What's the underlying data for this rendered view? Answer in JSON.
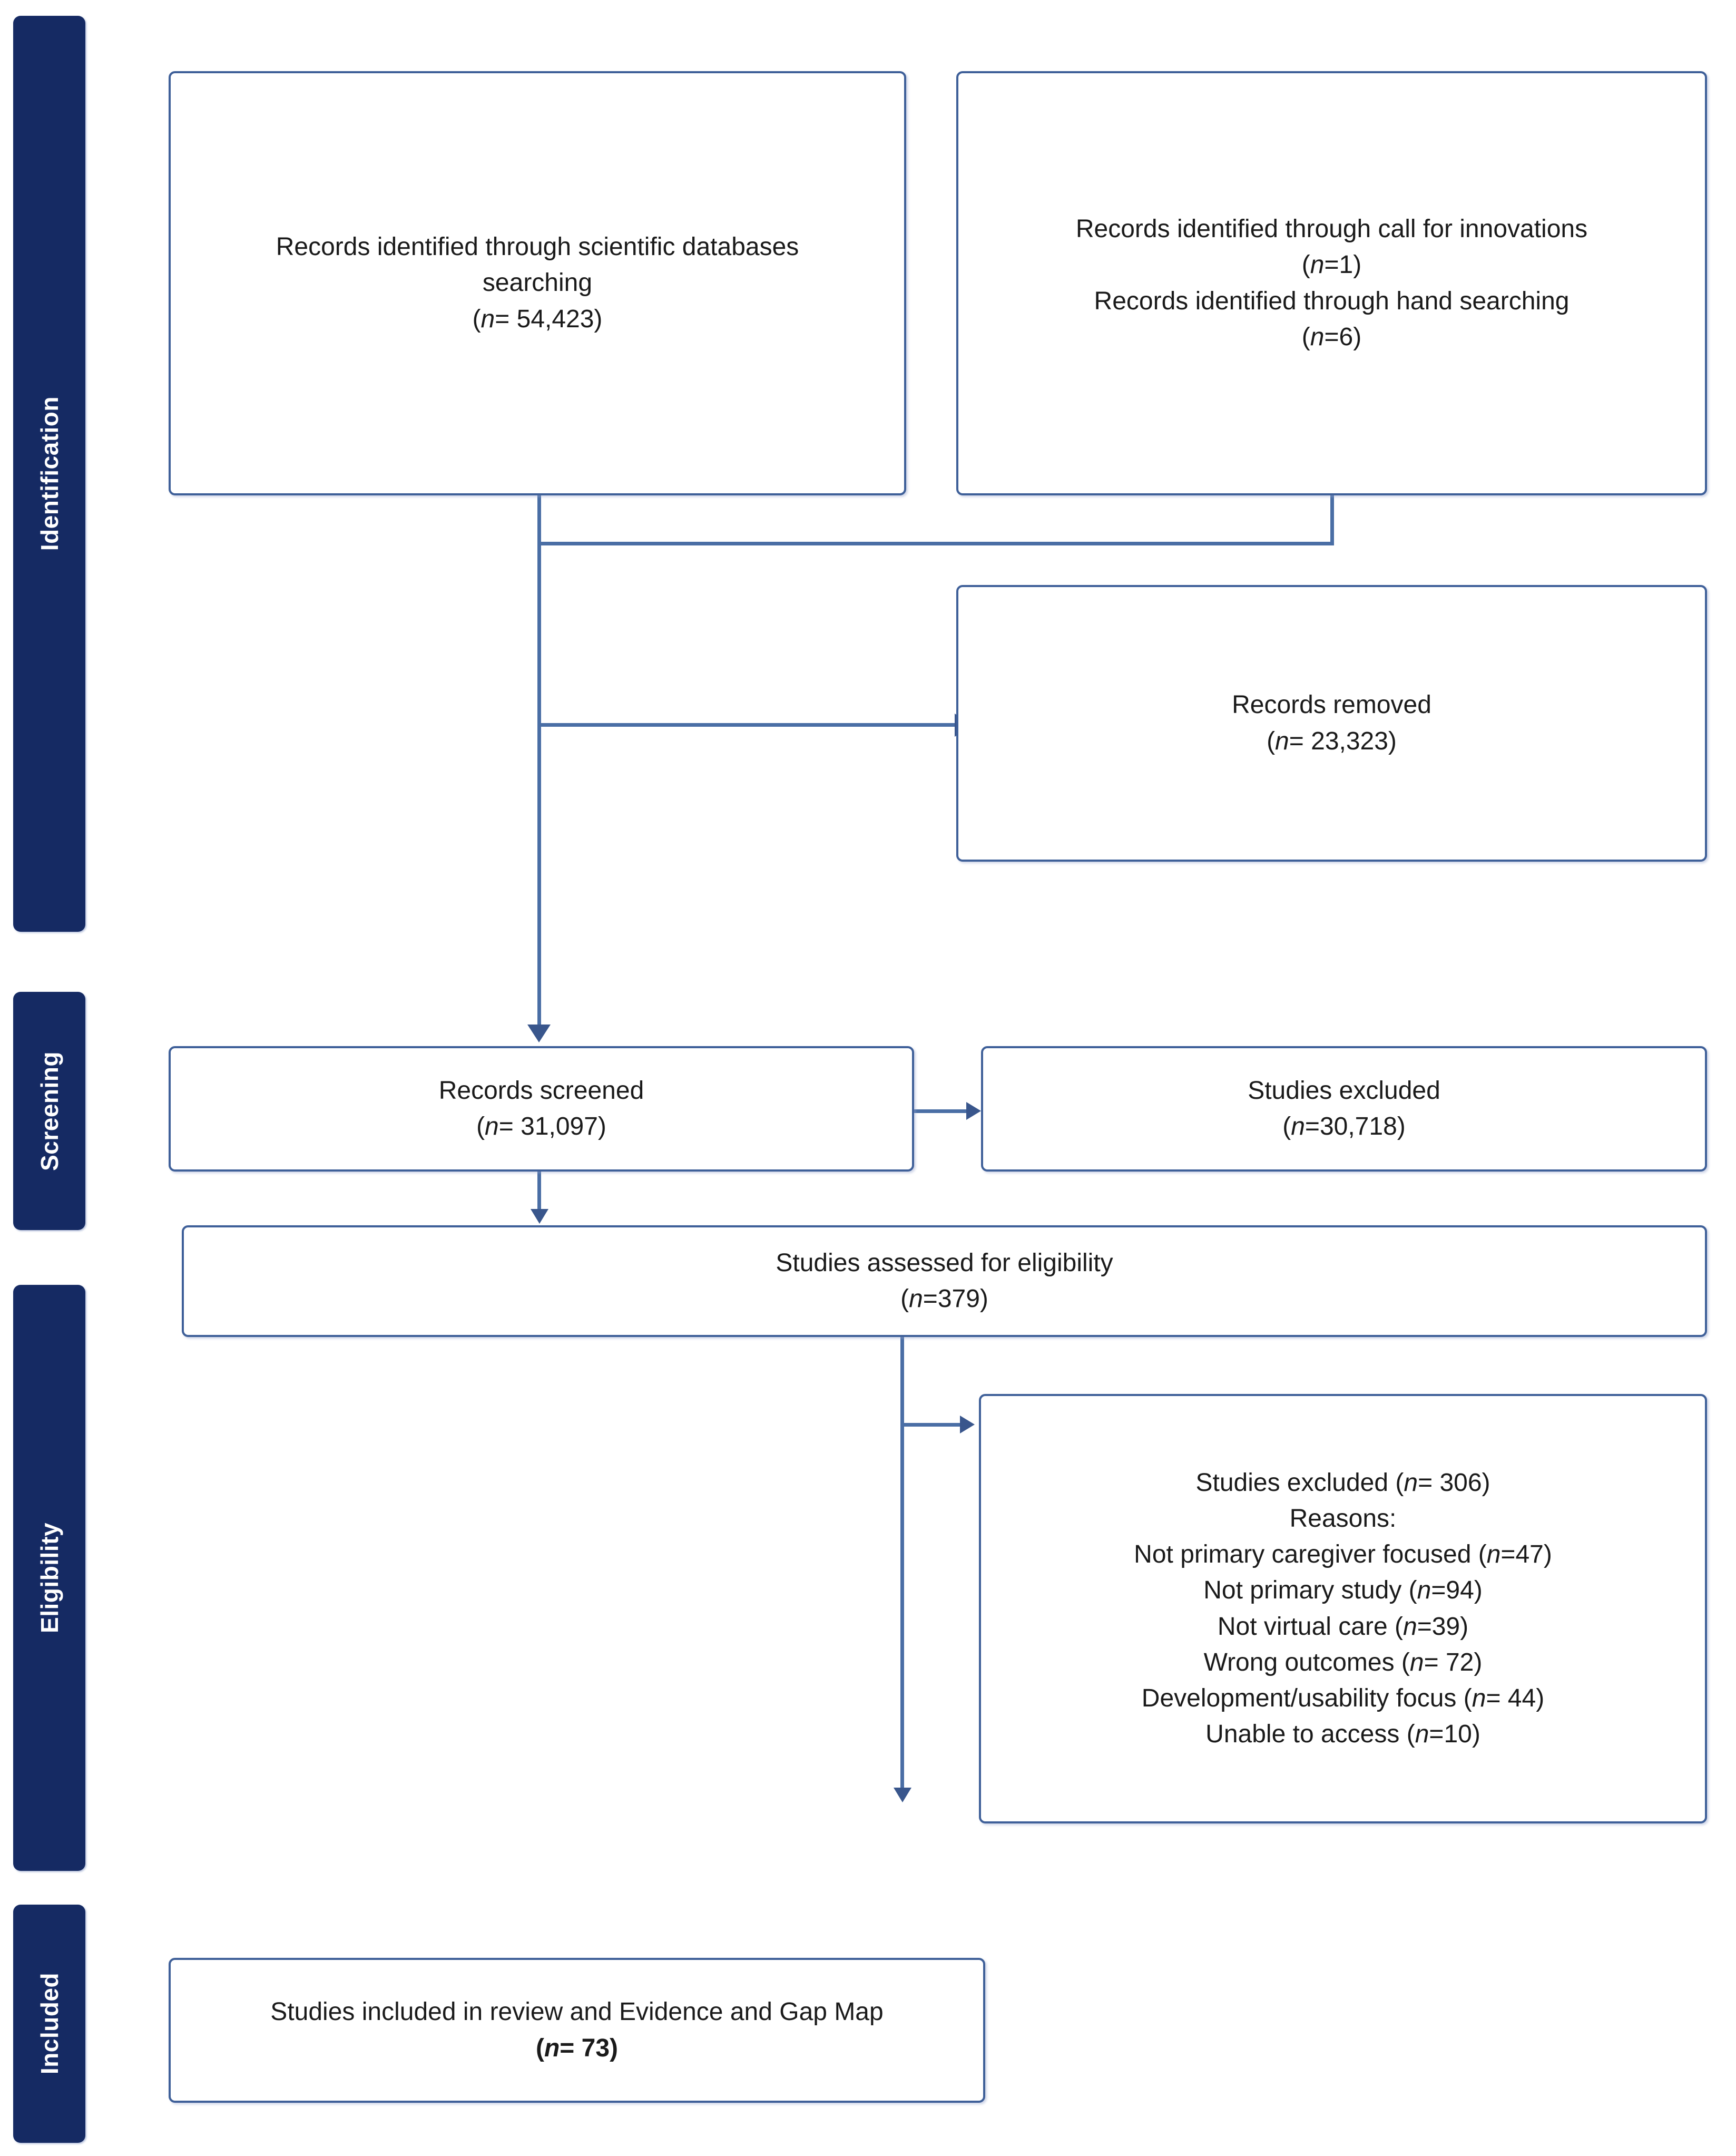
{
  "diagram": {
    "type": "prisma-flow-diagram",
    "accent_color": "#3f6099",
    "stage_bar_color": "#152a63",
    "connector_color": "#4a6ea5",
    "stages": [
      {
        "key": "identification",
        "label": "Identification"
      },
      {
        "key": "screening",
        "label": "Screening"
      },
      {
        "key": "eligibility",
        "label": "Eligibility"
      },
      {
        "key": "included",
        "label": "Included"
      }
    ],
    "boxes": {
      "databases": {
        "line1": "Records identified through scientific databases",
        "line2": "searching",
        "n_prefix": "(",
        "n_italic": "n",
        "n_value": "= 54,423)"
      },
      "other_sources": {
        "line1": "Records identified through call for innovations",
        "n1_italic": "n",
        "n1_value": "=1)",
        "line2": "Records identified through hand searching",
        "n2_italic": "n",
        "n2_value": "=6)"
      },
      "records_removed": {
        "line1": "Records removed",
        "n_italic": "n",
        "n_value": "= 23,323)"
      },
      "records_screened": {
        "line1": "Records screened",
        "n_italic": "n",
        "n_value": "= 31,097)"
      },
      "studies_excluded_screening": {
        "line1": "Studies excluded",
        "n_italic": "n",
        "n_value": "=30,718)"
      },
      "assessed_eligibility": {
        "line1": "Studies assessed for eligibility",
        "n_italic": "n",
        "n_value": "=379)"
      },
      "studies_excluded_eligibility": {
        "heading_prefix": "Studies excluded (",
        "heading_italic": "n",
        "heading_value": "= 306)",
        "reasons_label": "Reasons:",
        "reasons": [
          {
            "text": "Not primary caregiver focused (",
            "italic": "n",
            "value": "=47)"
          },
          {
            "text": "Not primary study (",
            "italic": "n",
            "value": "=94)"
          },
          {
            "text": "Not virtual care (",
            "italic": "n",
            "value": "=39)"
          },
          {
            "text": "Wrong outcomes (",
            "italic": "n",
            "value": "= 72)"
          },
          {
            "text": "Development/usability focus (",
            "italic": "n",
            "value": "= 44)"
          },
          {
            "text": "Unable to access (",
            "italic": "n",
            "value": "=10)"
          }
        ]
      },
      "included_studies": {
        "line1": "Studies included in review and Evidence and Gap Map",
        "n_prefix": "(",
        "n_italic": "n",
        "n_value": "= 73)"
      }
    }
  }
}
